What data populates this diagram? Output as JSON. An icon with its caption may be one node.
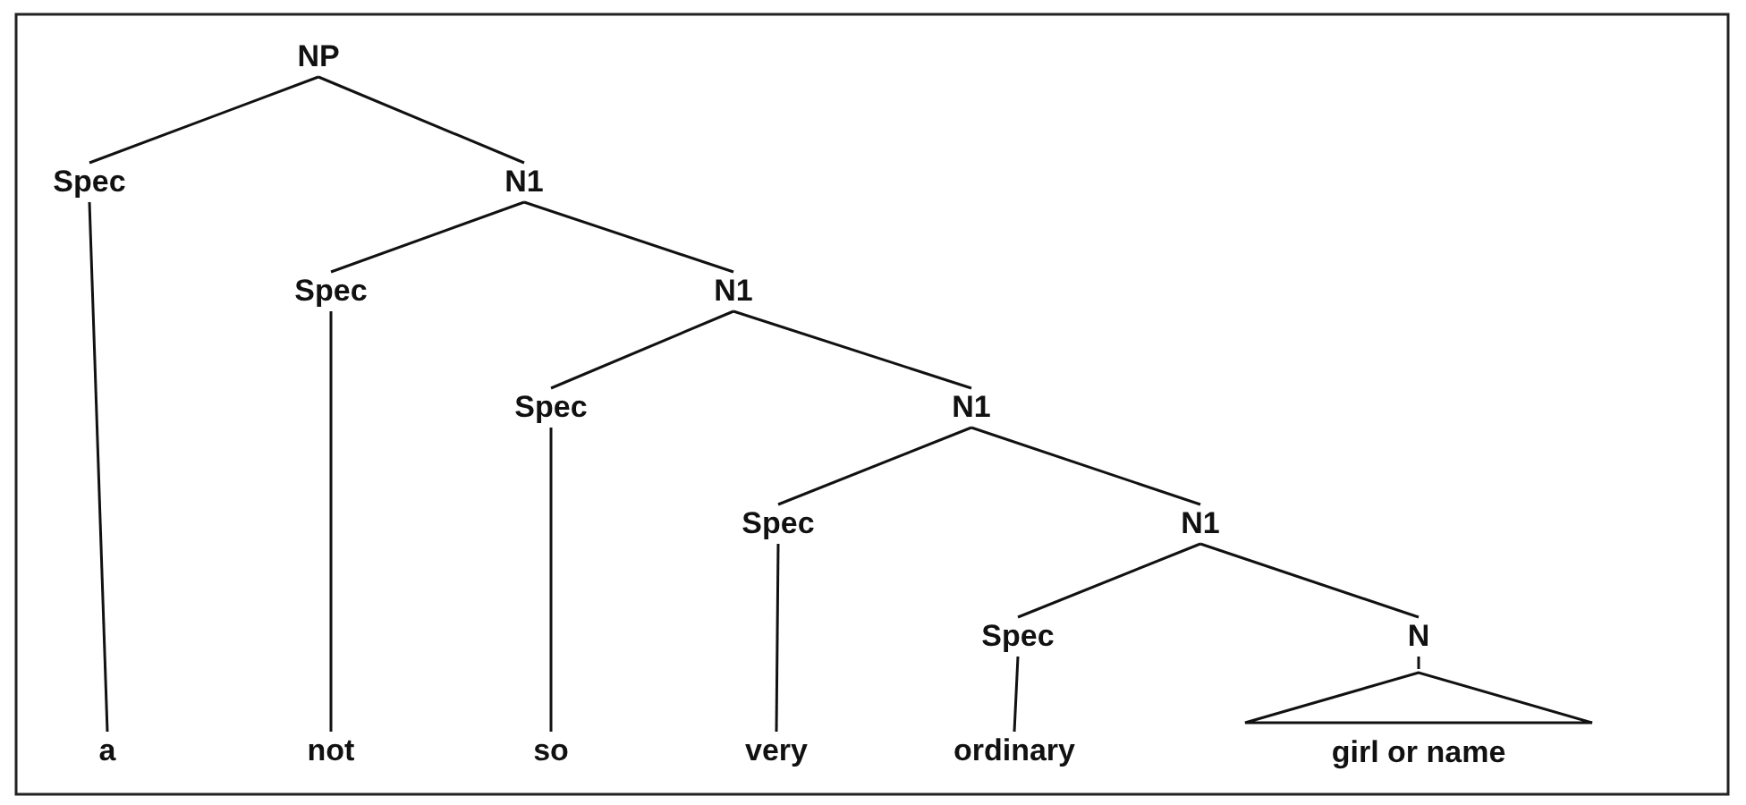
{
  "diagram": {
    "nodes": [
      {
        "text": [
          "NP"
        ]
      },
      {
        "text": [
          "Spec"
        ]
      },
      {
        "text": [
          "N1"
        ]
      },
      {
        "text": [
          "Spec"
        ]
      },
      {
        "text": [
          "N1"
        ]
      },
      {
        "text": [
          "Spec"
        ]
      },
      {
        "text": [
          "N1"
        ]
      },
      {
        "text": [
          "Spec"
        ]
      },
      {
        "text": [
          "N1"
        ]
      },
      {
        "text": [
          "Spec"
        ]
      },
      {
        "text": [
          "N"
        ]
      },
      {
        "text": [
          "a"
        ]
      },
      {
        "text": [
          "not"
        ]
      },
      {
        "text": [
          "so"
        ]
      },
      {
        "text": [
          "very"
        ]
      },
      {
        "text": [
          "ordinary"
        ]
      },
      {
        "text": [
          "girl or name"
        ]
      }
    ],
    "edges": [
      {
        "from": 0,
        "to": 1,
        "arrow": "none"
      },
      {
        "from": 0,
        "to": 2,
        "arrow": "none"
      },
      {
        "from": 1,
        "to": 11,
        "arrow": "none"
      },
      {
        "from": 2,
        "to": 3,
        "arrow": "none"
      },
      {
        "from": 2,
        "to": 4,
        "arrow": "none"
      },
      {
        "from": 3,
        "to": 12,
        "arrow": "none"
      },
      {
        "from": 4,
        "to": 5,
        "arrow": "none"
      },
      {
        "from": 4,
        "to": 6,
        "arrow": "none"
      },
      {
        "from": 5,
        "to": 13,
        "arrow": "none"
      },
      {
        "from": 6,
        "to": 7,
        "arrow": "none"
      },
      {
        "from": 6,
        "to": 8,
        "arrow": "none"
      },
      {
        "from": 7,
        "to": 14,
        "arrow": "none"
      },
      {
        "from": 8,
        "to": 9,
        "arrow": "none"
      },
      {
        "from": 8,
        "to": 10,
        "arrow": "none"
      },
      {
        "from": 9,
        "to": 15,
        "arrow": "none"
      },
      {
        "from": 10,
        "to": 16,
        "arrow": "none"
      }
    ]
  }
}
